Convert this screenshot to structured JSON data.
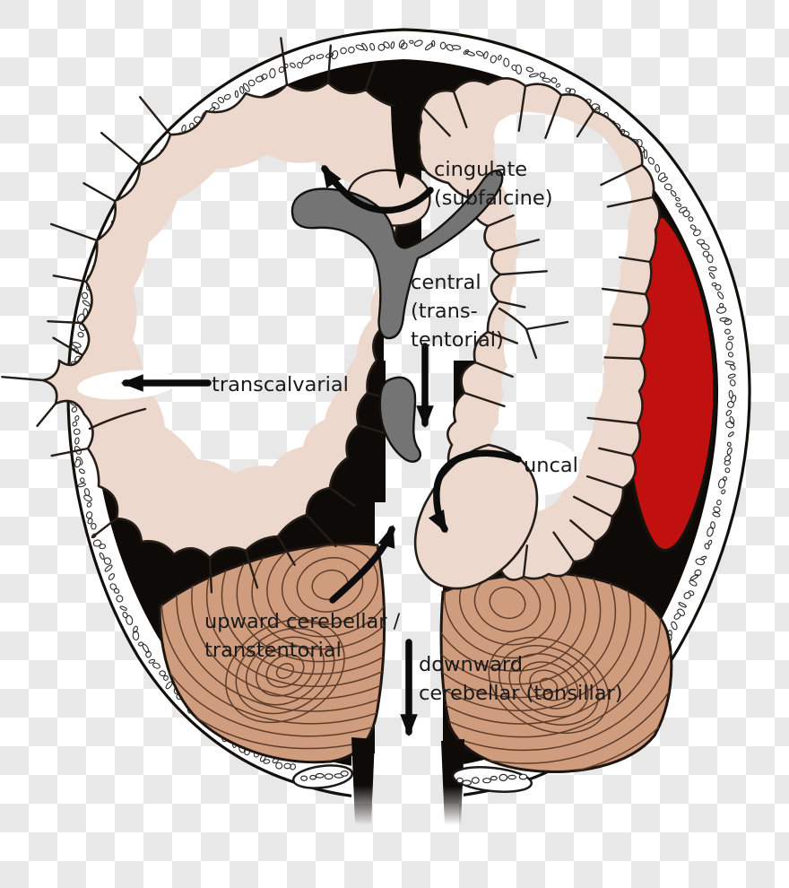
{
  "labels": {
    "cingulate": {
      "line1": "cingulate",
      "line2": "(subfalcine)"
    },
    "central": {
      "line1": "central",
      "line2": "(trans-",
      "line3": "tentorial)"
    },
    "transcalvarial": {
      "line1": "transcalvarial"
    },
    "uncal": {
      "line1": "uncal"
    },
    "upward": {
      "line1": "upward cerebellar /",
      "line2": "transtentorial"
    },
    "downward": {
      "line1": "downward",
      "line2": "cerebellar (tonsillar)"
    }
  },
  "colors": {
    "brain_pink": "#ecd8cd",
    "cerebellum_tan": "#cf9c7e",
    "folia_brown": "#5e3c2a",
    "ventricle_gray": "#747474",
    "hematoma_red": "#c01010",
    "bone_white": "#ffffff",
    "cavity_black": "#0d0a07",
    "checker_gray": "#e8e8e8",
    "outline": "#130f0b",
    "arrow_black": "#0c0c0c",
    "text_color": "#1a1a1a"
  }
}
